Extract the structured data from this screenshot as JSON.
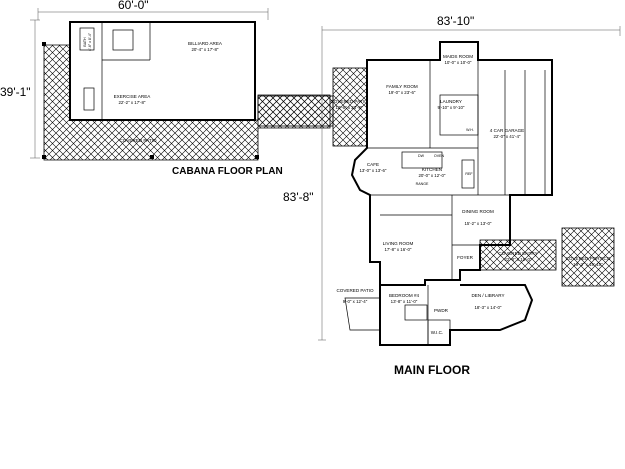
{
  "dimensions": {
    "cabana_width": "60'-0\"",
    "cabana_depth": "39'-1\"",
    "main_width": "83'-10\"",
    "main_depth": "83'-8\""
  },
  "titles": {
    "cabana": "CABANA FLOOR PLAN",
    "main": "MAIN FLOOR"
  },
  "cabana_rooms": {
    "billiard": {
      "name": "BILLIARD AREA",
      "size": "20'-4\" x 17'-8\""
    },
    "exercise": {
      "name": "EXERCISE AREA",
      "size": "22'-2\" x 17'-8\""
    },
    "bath": {
      "name": "BATH",
      "size": "4'-6\" x 8'-4\""
    },
    "patio": {
      "name": "COVERED PATIO"
    }
  },
  "main_rooms": {
    "maids": {
      "name": "MAIDS ROOM",
      "size": "10'-0\" x 10'-0\""
    },
    "family": {
      "name": "FAMILY ROOM",
      "size": "19'-0\" x 23'-6\""
    },
    "laundry": {
      "name": "LAUNDRY",
      "size": "9'-10\" x 9'-10\""
    },
    "garage": {
      "name": "4 CAR GARAGE",
      "size": "22'-0\" x 41'-4\""
    },
    "covered_patio_top": {
      "name": "COVERED PATIO",
      "size": "12'-6\" x 23'-8\""
    },
    "cafe": {
      "name": "CAFE",
      "size": "13'-0\" x 13'-6\""
    },
    "kitchen": {
      "name": "KITCHEN",
      "size": "20'-0\" x 12'-0\""
    },
    "dining": {
      "name": "DINING ROOM",
      "size": "15'-2\" x 13'-0\""
    },
    "living": {
      "name": "LIVING ROOM",
      "size": "17'-8\" x 16'-0\""
    },
    "foyer": {
      "name": "FOYER"
    },
    "covered_entry": {
      "name": "COVERED ENTRY",
      "size": "22'-8\" x 10'-0\""
    },
    "covered_portico": {
      "name": "COVERED PORTICO",
      "size": "19'-3\" x 19'-10\""
    },
    "covered_patio_bottom": {
      "name": "COVERED PATIO",
      "size": "9'-0\" x 12'-4\""
    },
    "bedroom4": {
      "name": "BEDROOM #4",
      "size": "13'-8\" x 11'-0\""
    },
    "den": {
      "name": "DEN / LIBRARY",
      "size": "18'-3\" x 14'-0\""
    },
    "pwdr": {
      "name": "PWDR"
    },
    "wic": {
      "name": "W.I.C."
    }
  },
  "fixtures": {
    "dw": "DW",
    "oven": "OVEN",
    "range": "RANGE",
    "ref": "REF",
    "wh": "W.H."
  }
}
